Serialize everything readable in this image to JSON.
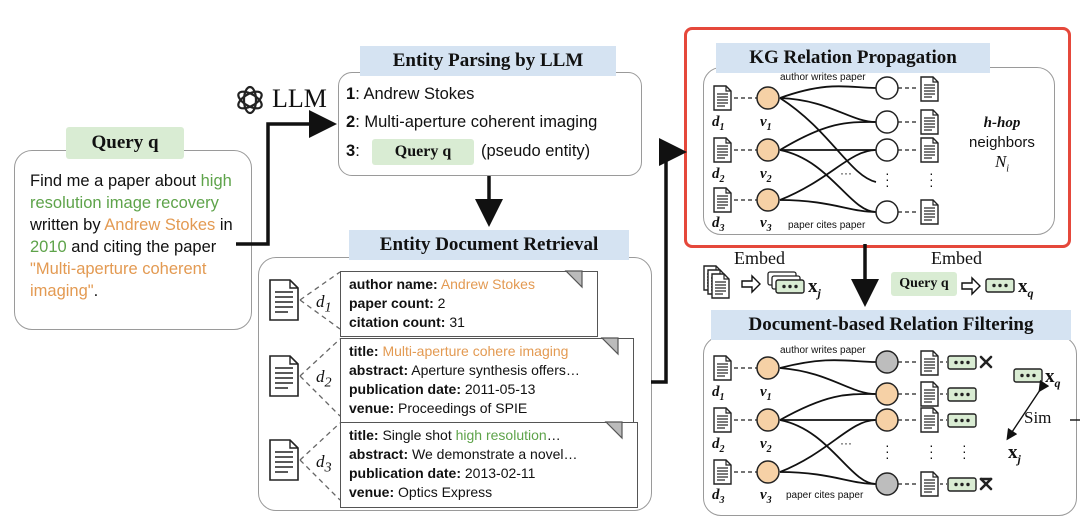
{
  "query_panel": {
    "title": "Query q",
    "text_parts": [
      "Find me a paper about ",
      "high resolution image recovery",
      " written by ",
      "Andrew Stokes",
      " in ",
      "2010",
      " and citing the paper ",
      "\"Multi-aperture coherent imaging\"",
      "."
    ]
  },
  "llm_label": "LLM",
  "entity_parsing": {
    "title": "Entity Parsing by LLM",
    "items": [
      {
        "num": "1",
        "text": ": Andrew Stokes"
      },
      {
        "num": "2",
        "text": ": Multi-aperture coherent imaging"
      },
      {
        "num": "3",
        "text": ":"
      }
    ],
    "pill": "Query q",
    "pseudo": "(pseudo entity)"
  },
  "entity_doc_retrieval": {
    "title": "Entity Document Retrieval",
    "docs": [
      {
        "id": "d1",
        "lines": [
          {
            "key": "author name:",
            "val": "Andrew Stokes",
            "color": "orange"
          },
          {
            "key": "paper count:",
            "val": "2"
          },
          {
            "key": "citation count:",
            "val": "31"
          }
        ]
      },
      {
        "id": "d2",
        "lines": [
          {
            "key": "title:",
            "val": "Multi-aperture cohere imaging",
            "color": "orange"
          },
          {
            "key": "abstract:",
            "val": "Aperture synthesis offers…"
          },
          {
            "key": "publication date:",
            "val": "2011-05-13"
          },
          {
            "key": "venue:",
            "val": "Proceedings of SPIE"
          }
        ]
      },
      {
        "id": "d3",
        "lines": [
          {
            "key": "title:",
            "val": "Single shot ",
            "val_green": "high resolution",
            "val_tail": "…"
          },
          {
            "key": "abstract:",
            "val": "We demonstrate a novel…"
          },
          {
            "key": "publication date:",
            "val": "2013-02-11"
          },
          {
            "key": "venue:",
            "val": "Optics Express"
          }
        ]
      }
    ]
  },
  "kg_propagation": {
    "title": "KG Relation Propagation",
    "edge_top": "author writes paper",
    "edge_bottom": "paper cites paper",
    "hop_label_1": "h-hop",
    "hop_label_2": "neighbors",
    "hop_label_3": "N",
    "hop_label_sub": "i",
    "docs": [
      "d1",
      "d2",
      "d3"
    ],
    "nodes": [
      "v1",
      "v2",
      "v3"
    ],
    "dots": "···"
  },
  "embed": {
    "left_label": "Embed",
    "left_vec": "x",
    "left_sub": "j",
    "right_label": "Embed",
    "right_pill": "Query q",
    "right_vec": "x",
    "right_sub": "q"
  },
  "doc_filtering": {
    "title": "Document-based Relation Filtering",
    "edge_top": "author writes paper",
    "edge_bottom": "paper cites paper",
    "sim": "Sim",
    "xq": "x",
    "xq_sub": "q",
    "xj": "x",
    "xj_sub": "j"
  },
  "colors": {
    "node_orange": "#f6d1a6",
    "kg_border": "#e5483b",
    "title_blue": "#d5e3f2",
    "pill_green": "#d9ecd3",
    "green_text": "#5ea34a",
    "orange_text": "#e39a52"
  }
}
